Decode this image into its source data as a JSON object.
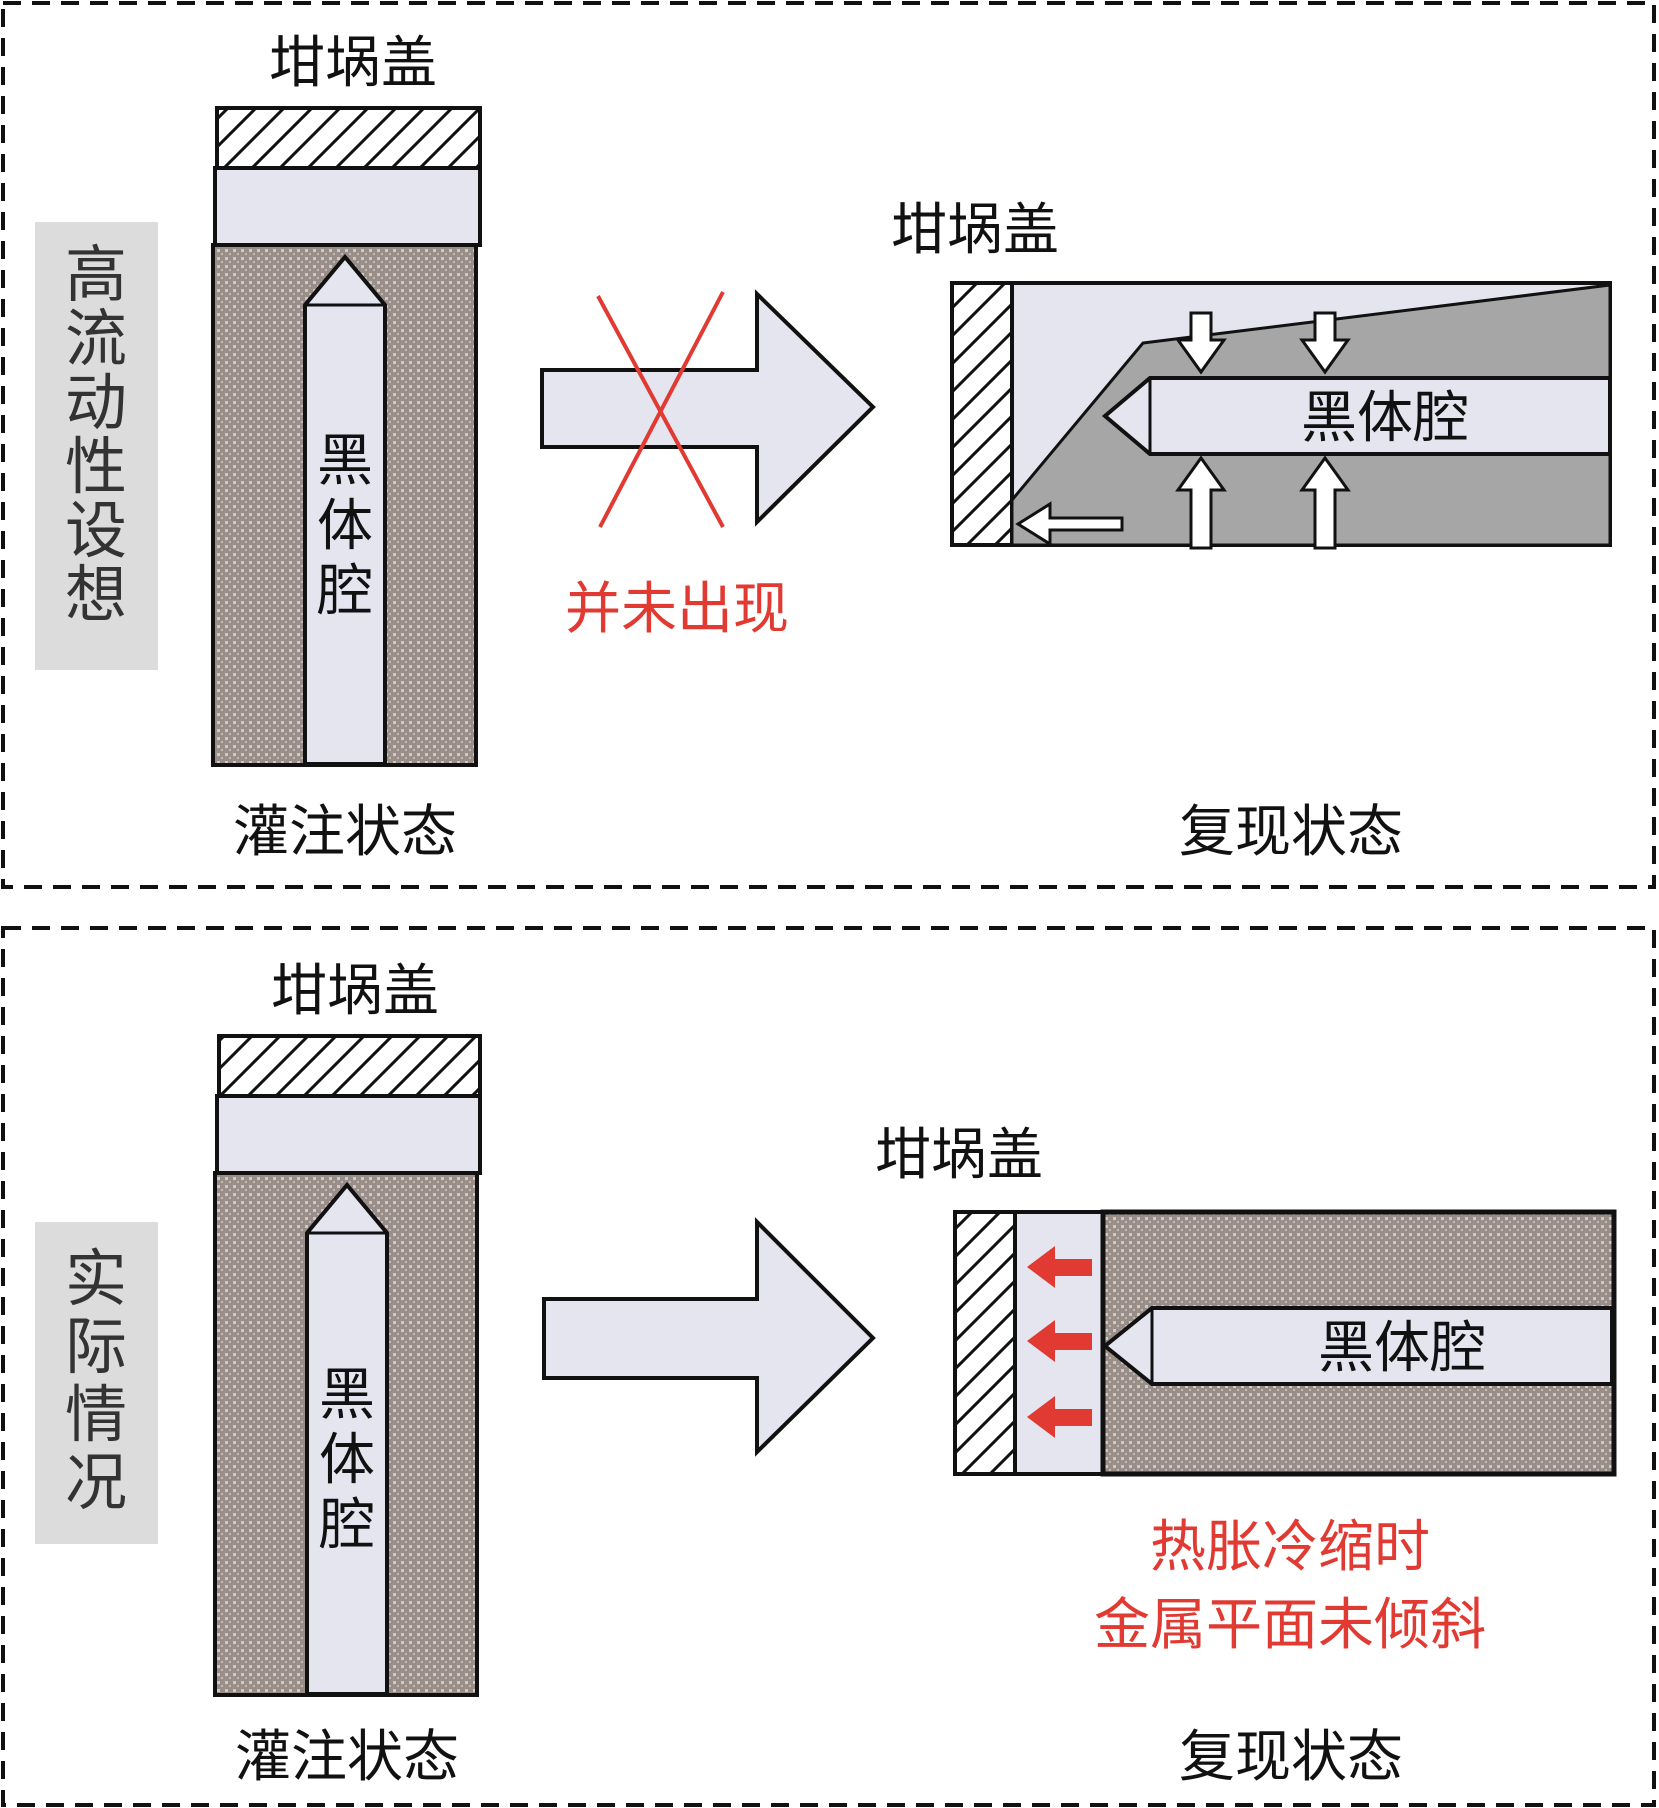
{
  "colors": {
    "metal": "#a89d98",
    "cavity": "#e4e5ef",
    "sidebar": "#dcdcdc",
    "red": "#e03a32",
    "gray_fill": "#a6a6a6"
  },
  "top_panel": {
    "side_label": [
      "高",
      "流",
      "动",
      "性",
      "设",
      "想"
    ],
    "left_lid": "坩埚盖",
    "left_cavity": [
      "黑",
      "体",
      "腔"
    ],
    "left_caption": "灌注状态",
    "arrow_note": "并未出现",
    "right_lid": "坩埚盖",
    "right_cavity": "黑体腔",
    "right_caption": "复现状态"
  },
  "bottom_panel": {
    "side_label": [
      "实",
      "际",
      "情",
      "况"
    ],
    "left_lid": "坩埚盖",
    "left_cavity": [
      "黑",
      "体",
      "腔"
    ],
    "left_caption": "灌注状态",
    "right_lid": "坩埚盖",
    "right_cavity": "黑体腔",
    "right_caption": "复现状态",
    "note_line1": "热胀冷缩时",
    "note_line2": "金属平面未倾斜"
  }
}
